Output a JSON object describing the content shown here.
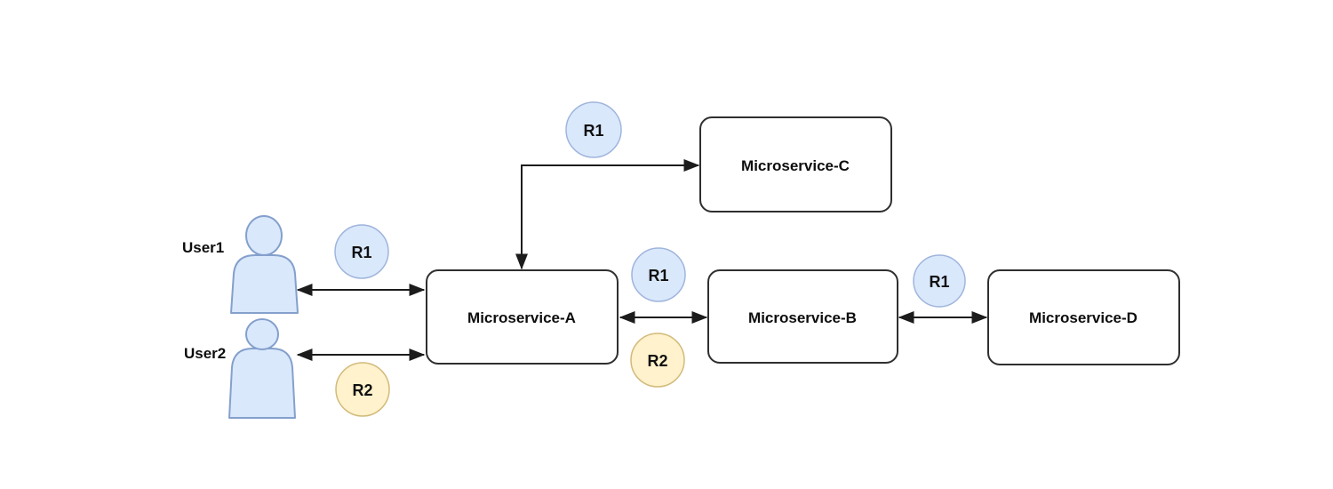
{
  "diagram": {
    "type": "microservices-request-flow",
    "background": "#ffffff",
    "colors": {
      "node_fill": "#ffffff",
      "node_border": "#2f2f2f",
      "actor_fill": "#dae8fc",
      "actor_border": "#84a0cc",
      "badge_blue_fill": "#dae8fc",
      "badge_blue_border": "#9fb5dc",
      "badge_yellow_fill": "#fff2cc",
      "badge_yellow_border": "#d2ba7a",
      "edge": "#1c1c1c",
      "text": "#0d0d0d"
    },
    "actors": [
      {
        "id": "user1",
        "label": "User1"
      },
      {
        "id": "user2",
        "label": "User2"
      }
    ],
    "nodes": [
      {
        "id": "ms-a",
        "label": "Microservice-A"
      },
      {
        "id": "ms-b",
        "label": "Microservice-B"
      },
      {
        "id": "ms-c",
        "label": "Microservice-C"
      },
      {
        "id": "ms-d",
        "label": "Microservice-D"
      }
    ],
    "badges": [
      {
        "id": "badge-r1-user1-a",
        "label": "R1",
        "color": "blue"
      },
      {
        "id": "badge-r2-user2-a",
        "label": "R2",
        "color": "yellow"
      },
      {
        "id": "badge-r1-a-c",
        "label": "R1",
        "color": "blue"
      },
      {
        "id": "badge-r1-a-b",
        "label": "R1",
        "color": "blue"
      },
      {
        "id": "badge-r2-a-b",
        "label": "R2",
        "color": "yellow"
      },
      {
        "id": "badge-r1-b-d",
        "label": "R1",
        "color": "blue"
      }
    ],
    "edges": [
      {
        "from": "User1",
        "to": "Microservice-A",
        "arrows": "both",
        "shape": "straight",
        "badge": "R1"
      },
      {
        "from": "User2",
        "to": "Microservice-A",
        "arrows": "both",
        "shape": "straight",
        "badge": "R2"
      },
      {
        "from": "Microservice-A",
        "to": "Microservice-C",
        "arrows": "both",
        "shape": "elbow-up-right",
        "badge": "R1"
      },
      {
        "from": "Microservice-A",
        "to": "Microservice-B",
        "arrows": "both",
        "shape": "straight",
        "badges": [
          "R1",
          "R2"
        ]
      },
      {
        "from": "Microservice-B",
        "to": "Microservice-D",
        "arrows": "both",
        "shape": "straight",
        "badge": "R1"
      }
    ]
  }
}
